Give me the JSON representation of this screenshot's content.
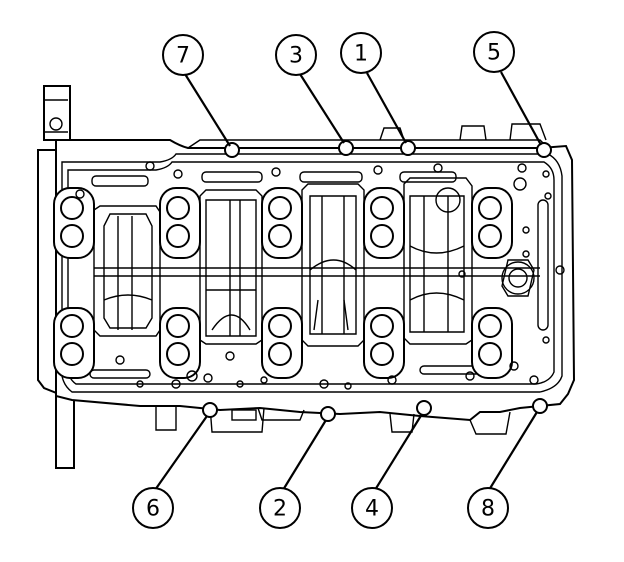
{
  "callouts": [
    {
      "id": "c7",
      "label": "7"
    },
    {
      "id": "c3",
      "label": "3"
    },
    {
      "id": "c1",
      "label": "1"
    },
    {
      "id": "c5",
      "label": "5"
    },
    {
      "id": "c6",
      "label": "6"
    },
    {
      "id": "c2",
      "label": "2"
    },
    {
      "id": "c4",
      "label": "4"
    },
    {
      "id": "c8",
      "label": "8"
    }
  ]
}
